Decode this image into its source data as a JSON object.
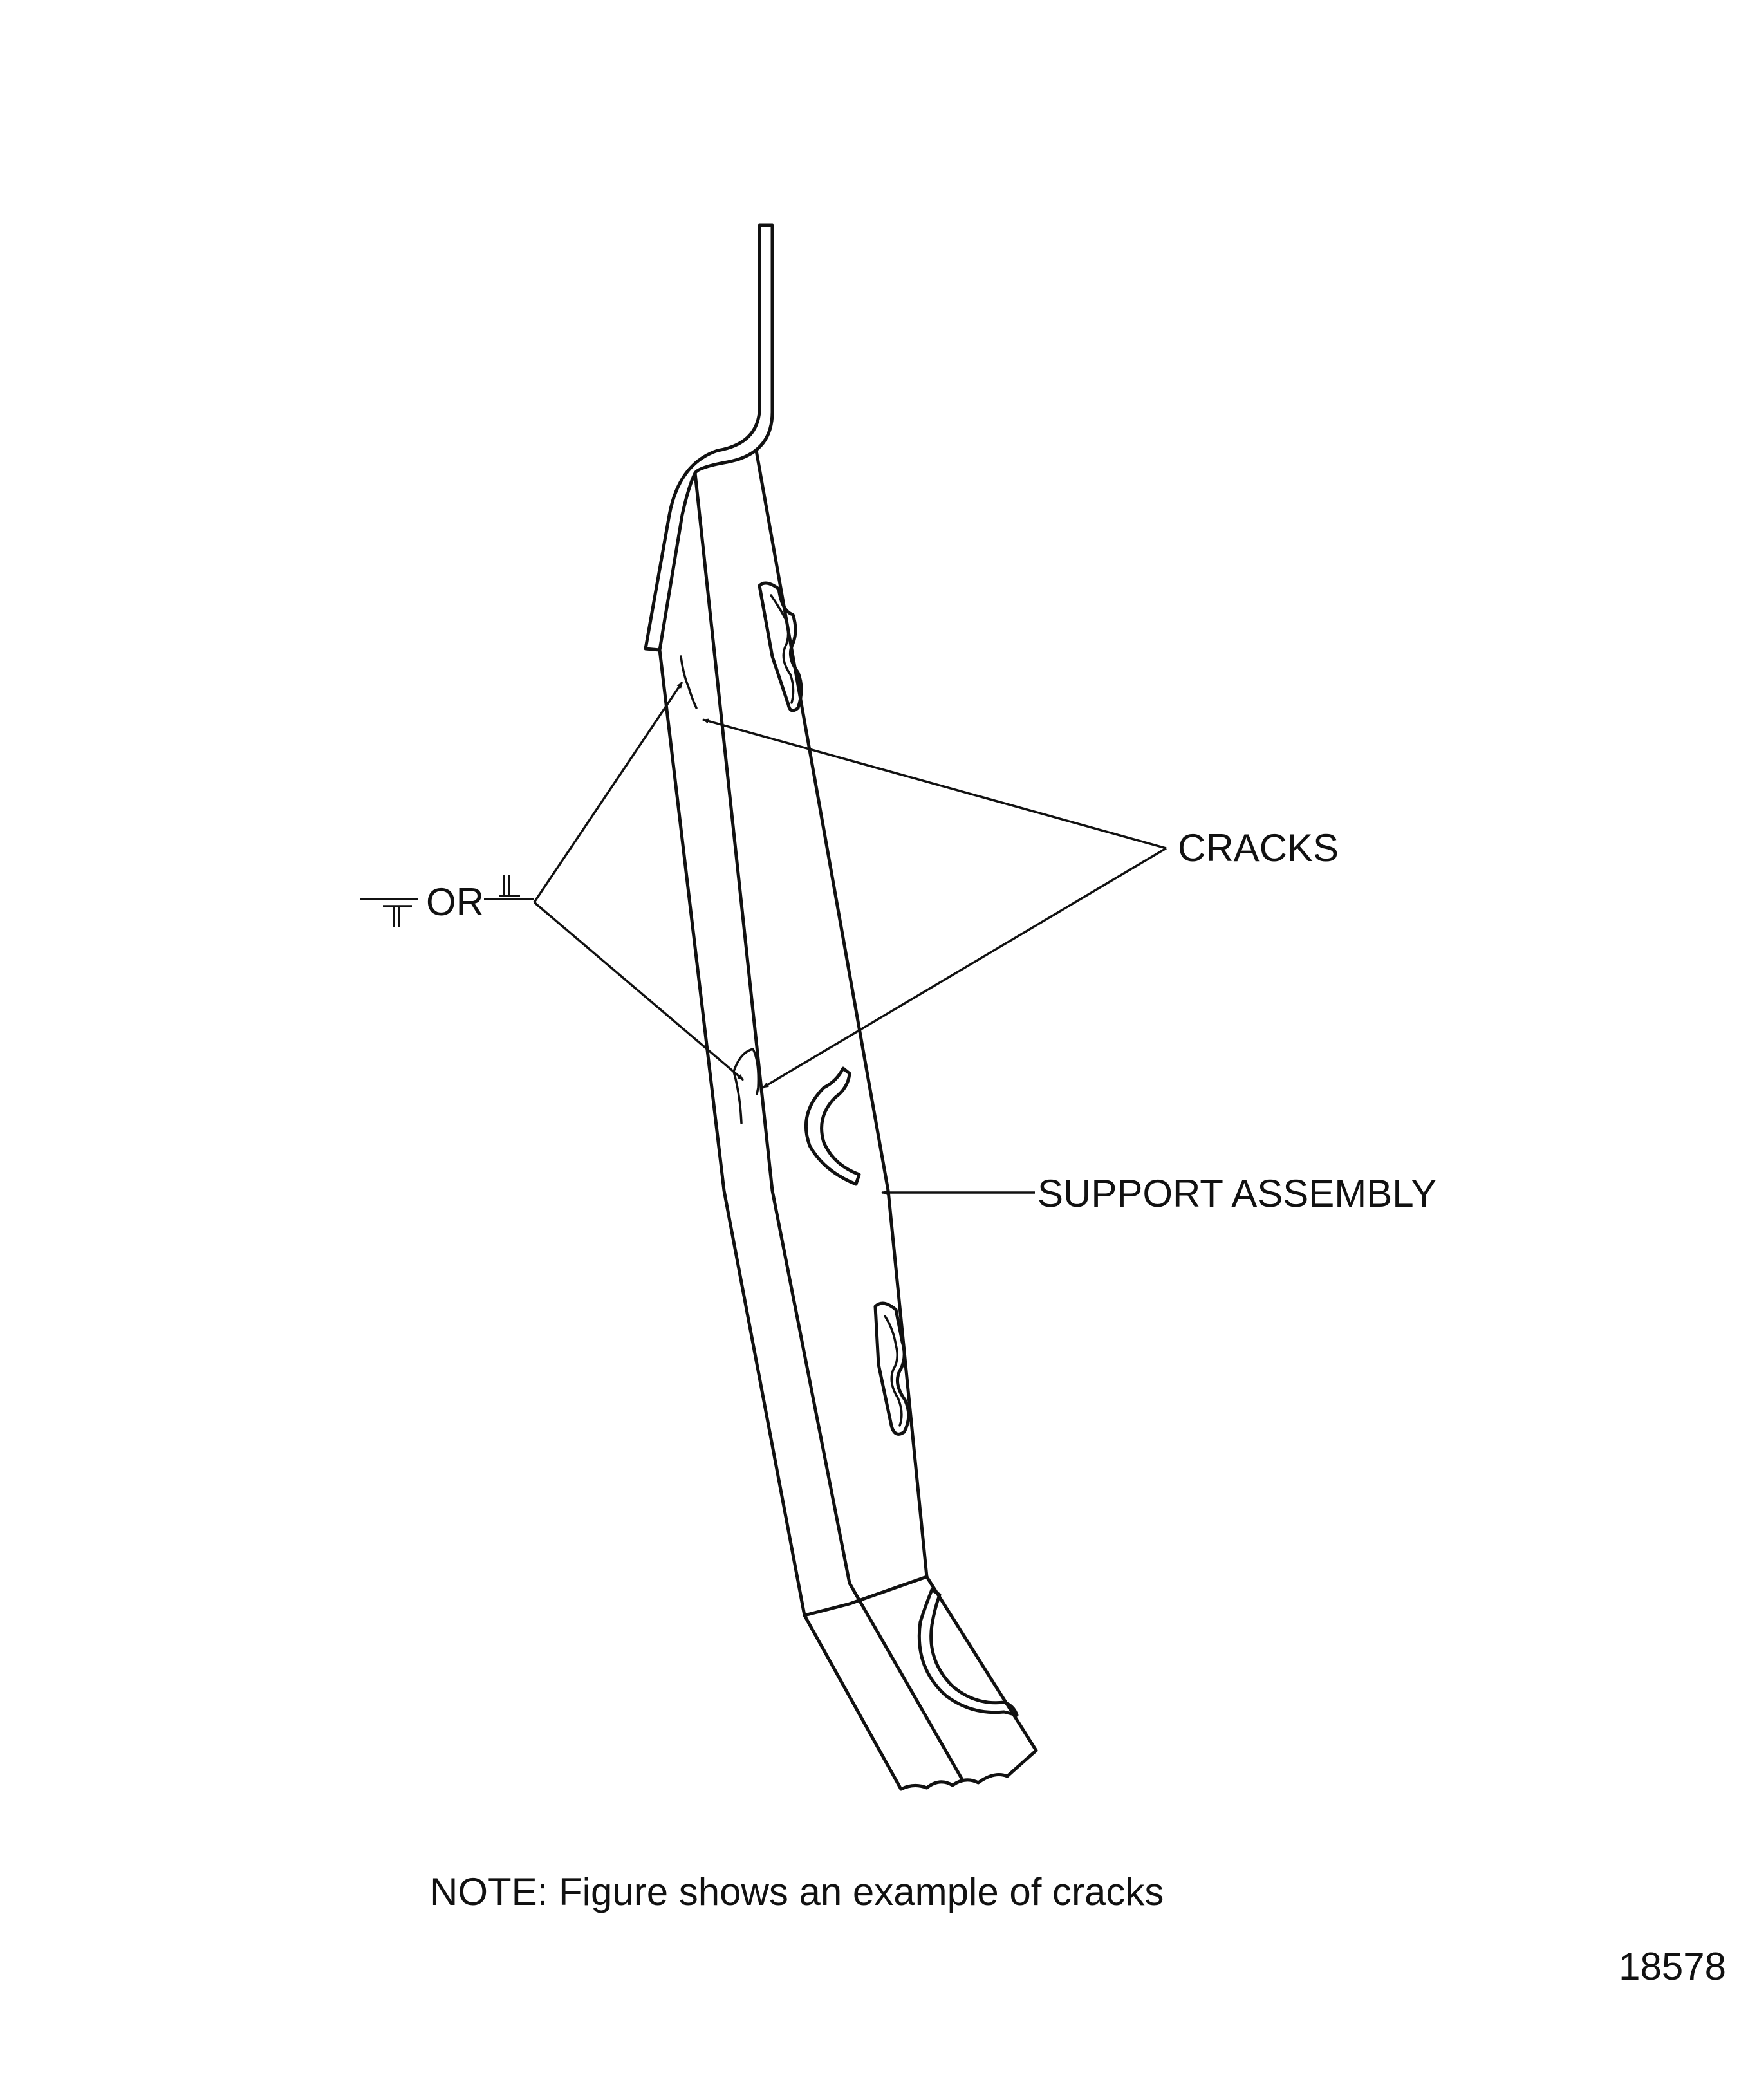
{
  "diagram": {
    "labels": {
      "cracks": "CRACKS",
      "support_assembly": "SUPPORT ASSEMBLY",
      "weld_or": "OR"
    },
    "note": "NOTE: Figure shows an example of cracks",
    "figure_number": "18578",
    "colors": {
      "ink": "#111111",
      "background": "#ffffff"
    },
    "icons": [
      "weld-symbol-icon",
      "weld-symbol-alt-icon",
      "arrowhead-icon"
    ]
  }
}
